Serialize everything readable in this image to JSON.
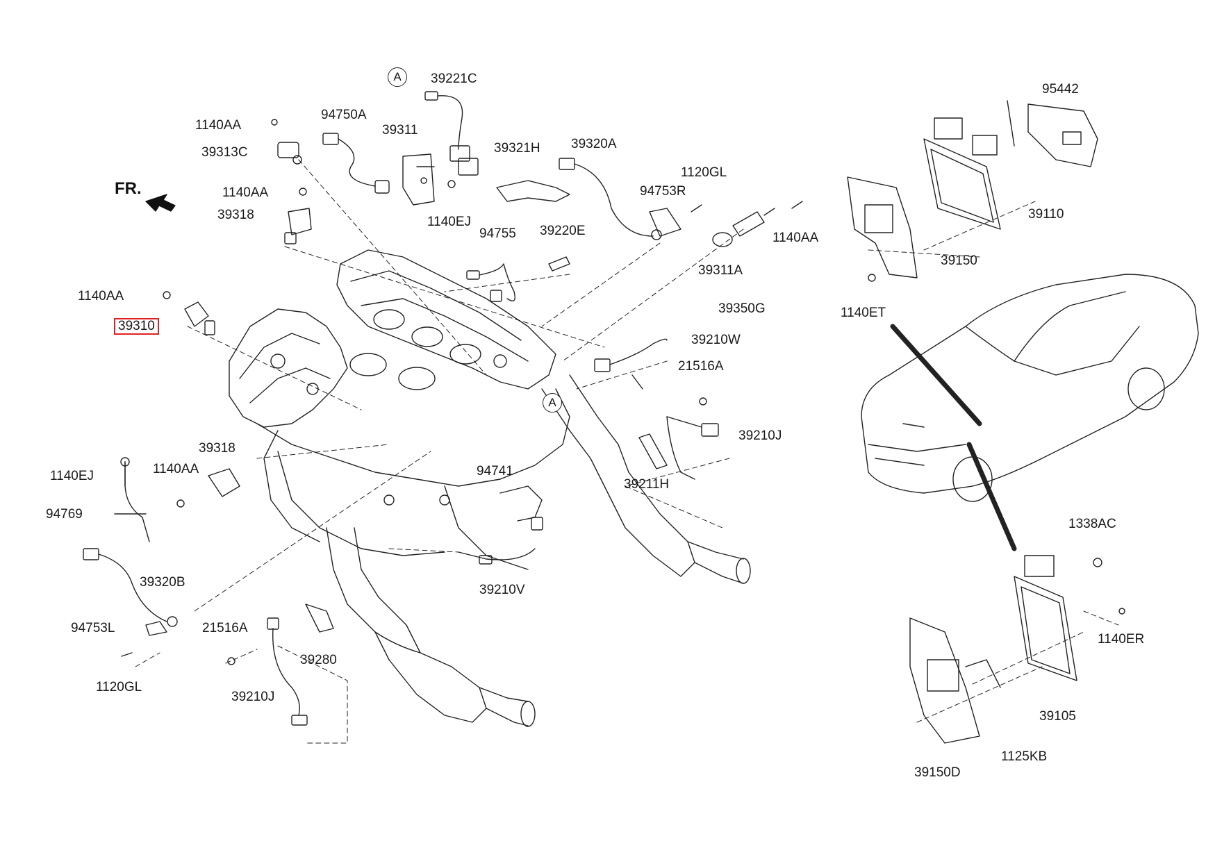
{
  "diagram": {
    "direction_label": "FR.",
    "ref_marker": "A",
    "highlighted_part": "39310",
    "parts": {
      "p39221C": "39221C",
      "p1140AA_a": "1140AA",
      "p94750A": "94750A",
      "p39311": "39311",
      "p39313C": "39313C",
      "p39321H": "39321H",
      "p39320A": "39320A",
      "p1140AA_b": "1140AA",
      "p1140EJ_a": "1140EJ",
      "p1120GL_a": "1120GL",
      "p94753R": "94753R",
      "p39318_a": "39318",
      "p94755": "94755",
      "p39220E": "39220E",
      "p1140AA_c": "1140AA",
      "p39311A": "39311A",
      "p39350G": "39350G",
      "p1140AA_d": "1140AA",
      "p39310": "39310",
      "p39210W": "39210W",
      "p21516A_a": "21516A",
      "p39210J_a": "39210J",
      "p39318_b": "39318",
      "p1140EJ_b": "1140EJ",
      "p1140AA_e": "1140AA",
      "p94769": "94769",
      "p94741": "94741",
      "p39211H": "39211H",
      "p39320B": "39320B",
      "p39210V": "39210V",
      "p94753L": "94753L",
      "p21516A_b": "21516A",
      "p39280": "39280",
      "p1120GL_b": "1120GL",
      "p39210J_b": "39210J",
      "p95442": "95442",
      "p39110": "39110",
      "p39150": "39150",
      "p1140ET": "1140ET",
      "p1338AC": "1338AC",
      "p1140ER": "1140ER",
      "p39105": "39105",
      "p1125KB": "1125KB",
      "p39150D": "39150D"
    }
  }
}
